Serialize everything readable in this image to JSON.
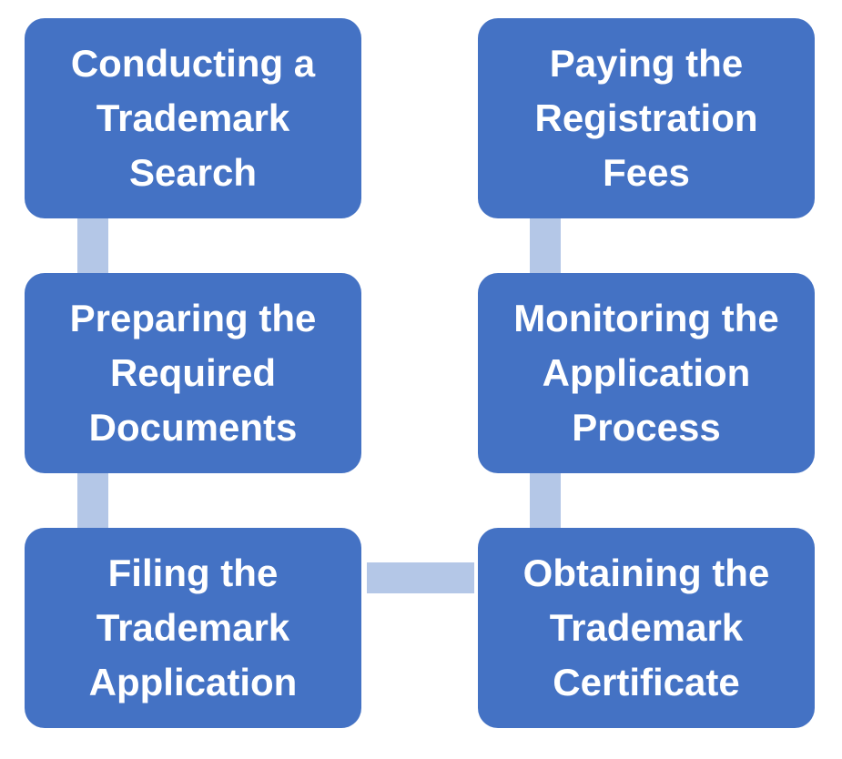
{
  "diagram": {
    "colors": {
      "box_fill": "#4472c4",
      "connector_fill": "#b4c7e7",
      "text": "#ffffff",
      "background": "#ffffff"
    },
    "steps": [
      {
        "label": "Conducting a\nTrademark\nSearch"
      },
      {
        "label": "Preparing the\nRequired\nDocuments"
      },
      {
        "label": "Filing the\nTrademark\nApplication"
      },
      {
        "label": "Obtaining the\nTrademark\nCertificate"
      },
      {
        "label": "Monitoring the\nApplication\nProcess"
      },
      {
        "label": "Paying the\nRegistration\nFees"
      }
    ],
    "connections": [
      {
        "from": 1,
        "to": 2
      },
      {
        "from": 2,
        "to": 3
      },
      {
        "from": 3,
        "to": 4
      },
      {
        "from": 4,
        "to": 5
      },
      {
        "from": 5,
        "to": 6
      }
    ]
  }
}
